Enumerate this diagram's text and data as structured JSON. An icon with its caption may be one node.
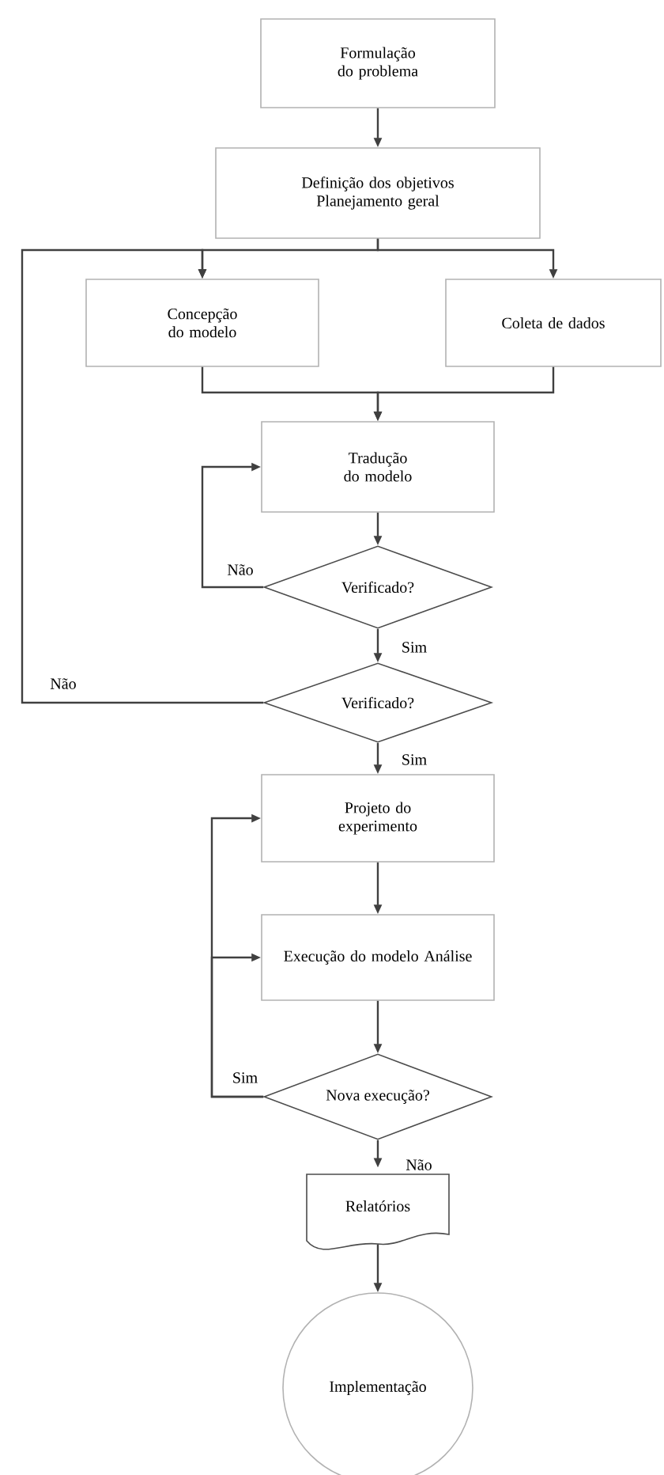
{
  "diagram": {
    "nodes": [
      {
        "text": [
          "Formulação do problema"
        ]
      },
      {
        "text": [
          "Definição dos objetivos Planejamento geral"
        ]
      },
      {
        "text": [
          "Concepção do modelo"
        ]
      },
      {
        "text": [
          "Coleta de dados"
        ]
      },
      {
        "text": [
          "Tradução do modelo"
        ]
      },
      {
        "text": [
          "Verificado?"
        ]
      },
      {
        "text": [
          "Verificado?"
        ]
      },
      {
        "text": [
          "Projeto do experimento"
        ]
      },
      {
        "text": [
          "Execução do modelo Análise"
        ]
      },
      {
        "text": [
          "Nova execução?"
        ]
      },
      {
        "text": [
          "Relatórios"
        ]
      },
      {
        "text": [
          "Implementação"
        ]
      }
    ],
    "edges": [
      {
        "from": 0,
        "to": 1,
        "arrow": "to"
      },
      {
        "from": 1,
        "to": 2,
        "arrow": "to"
      },
      {
        "from": 1,
        "to": 3,
        "arrow": "to"
      },
      {
        "from": 2,
        "to": 4,
        "arrow": "to"
      },
      {
        "from": 3,
        "to": 4,
        "arrow": "to"
      },
      {
        "from": 4,
        "to": 5,
        "arrow": "to"
      },
      {
        "from": 5,
        "to": 4,
        "label": "Não",
        "arrow": "to"
      },
      {
        "from": 5,
        "to": 6,
        "label": "Sim",
        "arrow": "to"
      },
      {
        "from": 6,
        "to": 2,
        "label": "Não",
        "arrow": "to"
      },
      {
        "from": 6,
        "to": 7,
        "label": "Sim",
        "arrow": "to"
      },
      {
        "from": 7,
        "to": 8,
        "arrow": "to"
      },
      {
        "from": 8,
        "to": 9,
        "arrow": "to"
      },
      {
        "from": 9,
        "to": 7,
        "arrow": "to"
      },
      {
        "from": 9,
        "to": 8,
        "label": "Sim",
        "arrow": "to"
      },
      {
        "from": 9,
        "to": 10,
        "label": "Não",
        "arrow": "to"
      },
      {
        "from": 10,
        "to": 11,
        "arrow": "to"
      }
    ]
  }
}
